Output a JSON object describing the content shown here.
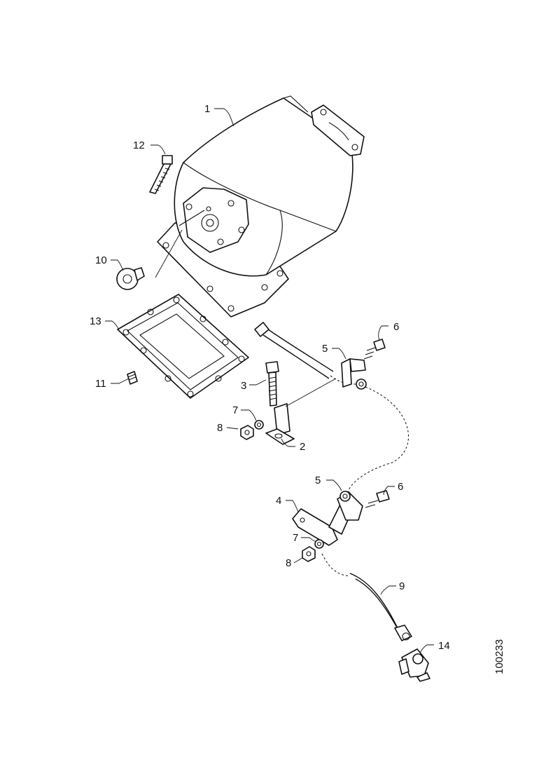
{
  "figure_reference": "100233",
  "callouts": {
    "c1": "1",
    "c2": "2",
    "c3": "3",
    "c4": "4",
    "c5a": "5",
    "c5b": "5",
    "c6a": "6",
    "c6b": "6",
    "c7a": "7",
    "c7b": "7",
    "c8a": "8",
    "c8b": "8",
    "c9": "9",
    "c10": "10",
    "c11": "11",
    "c12": "12",
    "c13": "13",
    "c14": "14"
  }
}
